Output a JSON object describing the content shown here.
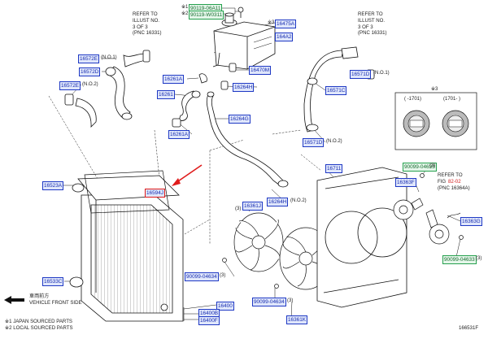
{
  "labels": {
    "p16475a": "16475A",
    "p164a2": "164A2",
    "p90119_06a11": "90119-06A11",
    "p90119_w0311": "90119-W0311",
    "p16572e_top": "16572E",
    "p16572d": "16572D",
    "p16572e_mid": "16572E",
    "p16261a_top": "16261A",
    "p16261": "16261",
    "p16470m": "16470M",
    "p16264h_top": "16264H",
    "p16264g": "16264G",
    "p16261a_mid": "16261A",
    "p16571d_top": "16571D",
    "p16571c": "16571C",
    "p16571d_mid": "16571D",
    "p16711": "16711",
    "p16363f": "16363F",
    "p16363g": "16363G",
    "p90099_04633_top": "90099-04633",
    "p90099_04633_bot": "90099-04633",
    "p16523a": "16523A",
    "p16594j": "16594J",
    "p16264h_mid": "16264H",
    "p16361j": "16361J",
    "p16533c": "16533C",
    "p90099_04634_a": "90099-04634",
    "p90099_04634_b": "90099-04634",
    "p16400": "16400",
    "p16400b": "16400B",
    "p16400f": "16400F",
    "p16361k": "16361K"
  },
  "notes": {
    "refer_left": "REFER TO\nILLUST NO.\n3 OF 3\n(PNC 16331)",
    "refer_right": "REFER TO\nILLUST NO.\n3 OF 3\n(PNC 16331)",
    "refer_fig_a": "REFER TO",
    "refer_fig_b": "FIG ",
    "refer_fig_num": "82-02",
    "refer_fig_c": "(PNC 16364A)",
    "front_jp": "車両前方",
    "front_en": "VEHICLE FRONT SIDE",
    "foot1": "※1 JAPAN SOURCED PARTS",
    "foot2": "※2 LOCAL SOURCED PARTS",
    "fig_id": "166531F",
    "inset_mark": "※3",
    "inset_left": "( -1701)",
    "inset_right": "(1701- )",
    "star1": "※1",
    "star2": "※2",
    "star3_top": "※3",
    "q_n01_top": "(N.O.1)",
    "q_n02": "(N.O.2)",
    "q_n01_mid": "(N.O.1)",
    "q_n02_right": "(N.O.2)",
    "q_n02_mid": "(N.O.2)",
    "q_3a": "(3)",
    "q_3b": "(3)",
    "q_3c": "(3)",
    "q_3d": "(3)",
    "q_3e": "(3)"
  }
}
